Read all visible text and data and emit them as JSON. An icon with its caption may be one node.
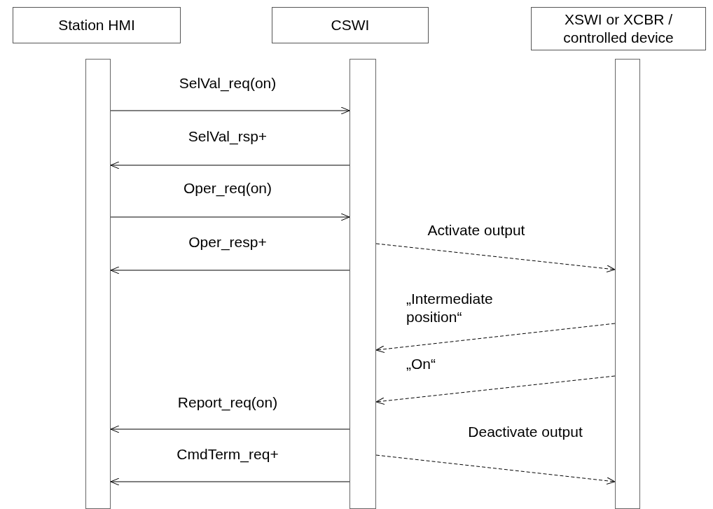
{
  "diagram": {
    "nodes": [
      {
        "text": [
          "Station HMI"
        ]
      },
      {
        "text": [
          "CSWI"
        ]
      },
      {
        "text": [
          "XSWI or XCBR / controlled device"
        ]
      },
      {
        "text": [],
        "shape": "bar"
      },
      {
        "text": [],
        "shape": "bar"
      },
      {
        "text": [],
        "shape": "bar"
      }
    ],
    "edges": [
      {
        "from": 3,
        "to": 4,
        "arrow": "to",
        "label": "SelVal_req(on)"
      },
      {
        "from": 4,
        "to": 3,
        "arrow": "to",
        "label": "SelVal_rsp+"
      },
      {
        "from": 3,
        "to": 4,
        "arrow": "to",
        "label": "Oper_req(on)"
      },
      {
        "from": 4,
        "to": 3,
        "arrow": "to",
        "label": "Oper_resp+"
      },
      {
        "from": 4,
        "to": 5,
        "arrow": "to",
        "label": "Activate output",
        "style": "dashed"
      },
      {
        "from": 5,
        "to": 4,
        "arrow": "to",
        "label": "„Intermediate position“",
        "style": "dashed"
      },
      {
        "from": 5,
        "to": 4,
        "arrow": "to",
        "label": "„On“",
        "style": "dashed"
      },
      {
        "from": 4,
        "to": 3,
        "arrow": "to",
        "label": "Report_req(on)"
      },
      {
        "from": 4,
        "to": 5,
        "arrow": "to",
        "label": "Deactivate output",
        "style": "dashed"
      },
      {
        "from": 4,
        "to": 3,
        "arrow": "to",
        "label": "CmdTerm_req+"
      }
    ]
  }
}
